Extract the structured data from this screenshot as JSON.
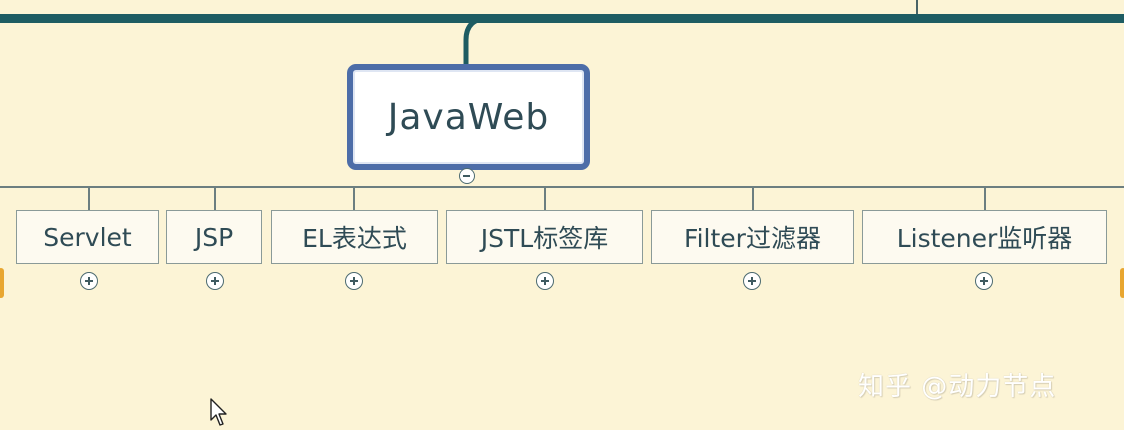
{
  "mindmap": {
    "root": {
      "label": "JavaWeb"
    },
    "children": [
      {
        "label": "Servlet"
      },
      {
        "label": "JSP"
      },
      {
        "label": "EL表达式"
      },
      {
        "label": "JSTL标签库"
      },
      {
        "label": "Filter过滤器"
      },
      {
        "label": "Listener监听器"
      }
    ]
  },
  "watermark": "知乎 @动力节点",
  "colors": {
    "background": "#fcf4d6",
    "branch": "#1e5c62",
    "root_border": "#4d6da8",
    "node_text": "#2f4b55"
  }
}
